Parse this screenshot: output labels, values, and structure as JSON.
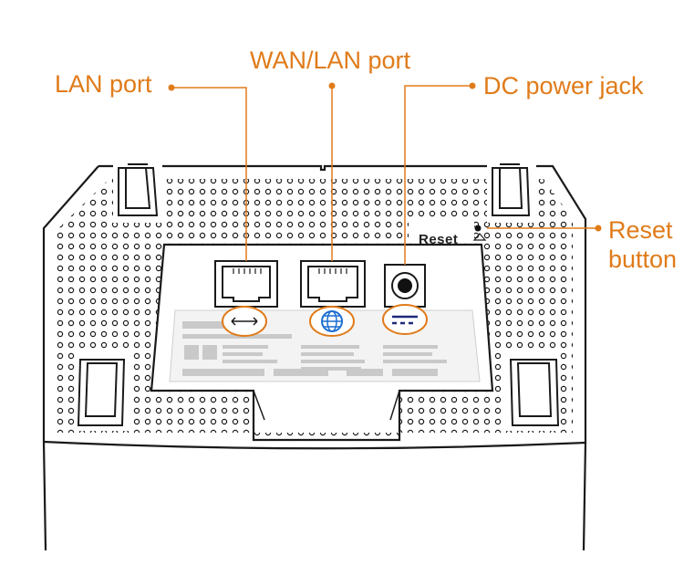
{
  "colors": {
    "accent": "#e07b1a",
    "outline": "#1a1a1a",
    "label_bg": "#f1f1f1",
    "badge_blue": "#1c6fd1",
    "badge_navy": "#1e2a7a"
  },
  "callouts": {
    "lan_port": "LAN port",
    "wan_lan_port": "WAN/LAN port",
    "dc_power_jack": "DC power jack",
    "reset_line1": "Reset",
    "reset_line2": "button"
  },
  "device": {
    "reset_label": "Reset",
    "port_icons": [
      "lan-arrows-icon",
      "globe-icon",
      "dc-power-icon"
    ]
  }
}
